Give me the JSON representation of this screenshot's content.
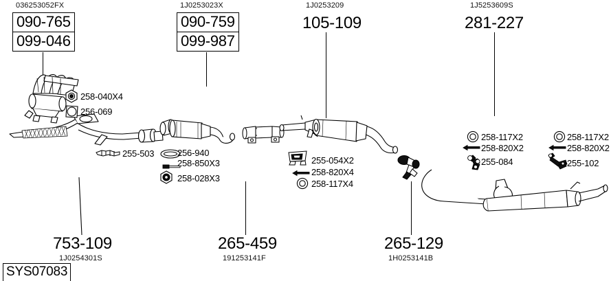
{
  "diagram": {
    "system_code": "SYS07083",
    "title_type": "exhaust-system-parts-diagram",
    "top_callouts": [
      {
        "oem": "036253052FX",
        "boxes": [
          "090-765",
          "099-046"
        ],
        "boxed": true
      },
      {
        "oem": "1J0253023X",
        "boxes": [
          "090-759",
          "099-987"
        ],
        "boxed": true
      },
      {
        "oem": "1J0253209",
        "boxes": [
          "105-109"
        ],
        "boxed": false
      },
      {
        "oem": "1J5253609S",
        "boxes": [
          "281-227"
        ],
        "boxed": false
      }
    ],
    "bottom_callouts": [
      {
        "number": "753-109",
        "oem": "1J0254301S"
      },
      {
        "number": "265-459",
        "oem": "191253141F"
      },
      {
        "number": "265-129",
        "oem": "1H0253141B"
      }
    ],
    "small_parts": [
      {
        "id": "p1",
        "label": "258-040X4",
        "icon": "hex-nut-icon"
      },
      {
        "id": "p2",
        "label": "256-069",
        "icon": "square-gasket-icon"
      },
      {
        "id": "p3",
        "label": "255-503",
        "icon": "clamp-icon"
      },
      {
        "id": "p4",
        "label": "256-940",
        "icon": "oval-gasket-icon"
      },
      {
        "id": "p5",
        "label": "258-850X3",
        "icon": "stud-bolt-icon"
      },
      {
        "id": "p6",
        "label": "258-028X3",
        "icon": "hex-nut-icon"
      },
      {
        "id": "p7",
        "label": "255-054X2",
        "icon": "bracket-clamp-icon"
      },
      {
        "id": "p8",
        "label": "258-820X4",
        "icon": "bolt-icon"
      },
      {
        "id": "p9",
        "label": "258-117X4",
        "icon": "washer-icon"
      },
      {
        "id": "p10",
        "label": "258-117X2",
        "icon": "washer-icon"
      },
      {
        "id": "p11",
        "label": "258-820X2",
        "icon": "bolt-icon"
      },
      {
        "id": "p12",
        "label": "255-084",
        "icon": "rubber-hanger-icon"
      },
      {
        "id": "p13",
        "label": "258-117X2",
        "icon": "washer-icon"
      },
      {
        "id": "p14",
        "label": "258-820X2",
        "icon": "bolt-icon"
      },
      {
        "id": "p15",
        "label": "255-102",
        "icon": "bracket-hanger-icon"
      }
    ],
    "components": [
      {
        "name": "exhaust-manifold-with-catalyst"
      },
      {
        "name": "front-flexible-downpipe"
      },
      {
        "name": "catalytic-converter"
      },
      {
        "name": "connector-pipe-sleeve"
      },
      {
        "name": "centre-silencer"
      },
      {
        "name": "rear-rubber-mount"
      },
      {
        "name": "rear-silencer"
      }
    ],
    "colors": {
      "line": "#000000",
      "background": "#ffffff"
    }
  }
}
